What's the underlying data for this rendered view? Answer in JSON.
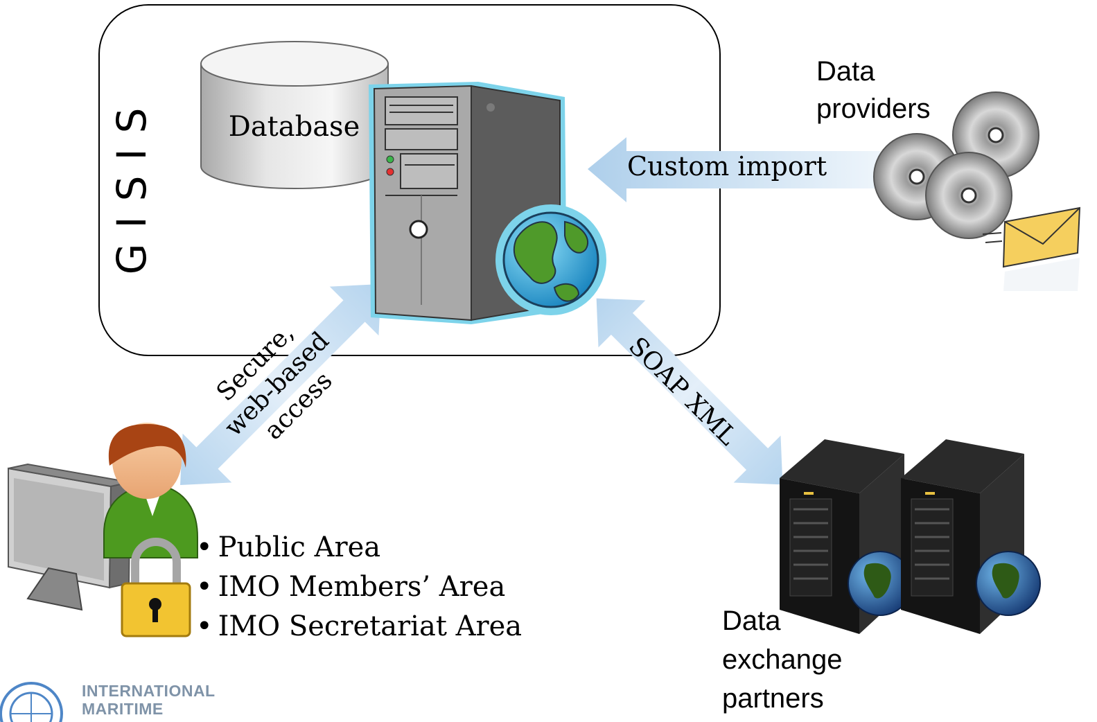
{
  "gisis": {
    "title": "GISIS"
  },
  "database": {
    "label": "Database"
  },
  "import": {
    "label": "Custom import"
  },
  "providers": {
    "label": "Data providers"
  },
  "access": {
    "line1": "Secure,",
    "line2": "web-based",
    "line3": "access"
  },
  "soap": {
    "label": "SOAP XML"
  },
  "areas": [
    "Public Area",
    "IMO Members’ Area",
    "IMO Secretariat Area"
  ],
  "partners": {
    "label": "Data exchange partners"
  },
  "logo": {
    "line1": "INTERNATIONAL",
    "line2": "MARITIME"
  },
  "colors": {
    "arrow": "#c9dff1",
    "server_outline": "#7dd3ea",
    "globe": "#2fa8d6",
    "land": "#4f9a2a",
    "lock": "#f2c431"
  }
}
